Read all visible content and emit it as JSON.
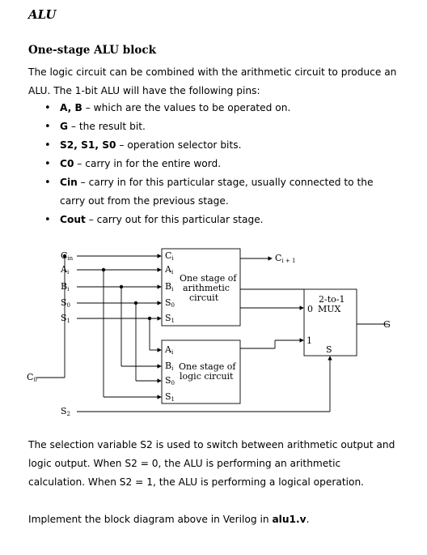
{
  "heading": "ALU",
  "section_title": "One-stage ALU block",
  "intro": "The logic circuit can be combined with the arithmetic circuit to produce an ALU. The 1-bit ALU will have the following pins:",
  "pins": [
    {
      "name": "A, B",
      "desc": " – which are the values to be operated on."
    },
    {
      "name": "G",
      "desc": " – the result bit."
    },
    {
      "name": "S2, S1, S0",
      "desc": " – operation selector bits."
    },
    {
      "name": "C0",
      "desc": " – carry in for the entire word."
    },
    {
      "name": "Cin",
      "desc": " – carry in for this particular stage, usually connected to the carry out from the previous stage."
    },
    {
      "name": "Cout",
      "desc": " – carry out for this particular stage."
    }
  ],
  "diagram": {
    "inputs": [
      "C",
      "A",
      "B",
      "S",
      "S",
      "C",
      "S"
    ],
    "input_subs": [
      "in",
      "i",
      "i",
      "0",
      "1",
      "0",
      "2"
    ],
    "arith_box": {
      "line1": "One stage of",
      "line2": "arithmetic",
      "line3": "circuit",
      "ports": [
        "C",
        "A",
        "B",
        "S",
        "S"
      ],
      "port_subs": [
        "i",
        "i",
        "i",
        "0",
        "1"
      ]
    },
    "logic_box": {
      "line1": "One stage of",
      "line2": "logic circuit",
      "ports": [
        "A",
        "B",
        "S",
        "S"
      ],
      "port_subs": [
        "i",
        "i",
        "0",
        "1"
      ]
    },
    "carry_out": "C",
    "carry_out_sub": "i + 1",
    "mux": {
      "line1": "2-to-1",
      "line2": "MUX",
      "in0": "0",
      "in1": "1",
      "sel": "S"
    },
    "output": "G"
  },
  "closing": "The selection variable S2 is used to switch between arithmetic output and logic output. When S2 = 0, the ALU is performing an arithmetic calculation. When S2 = 1, the ALU is performing a logical operation.",
  "task_prefix": "Implement the block diagram above in Verilog in ",
  "task_file": "alu1.v",
  "task_suffix": "."
}
